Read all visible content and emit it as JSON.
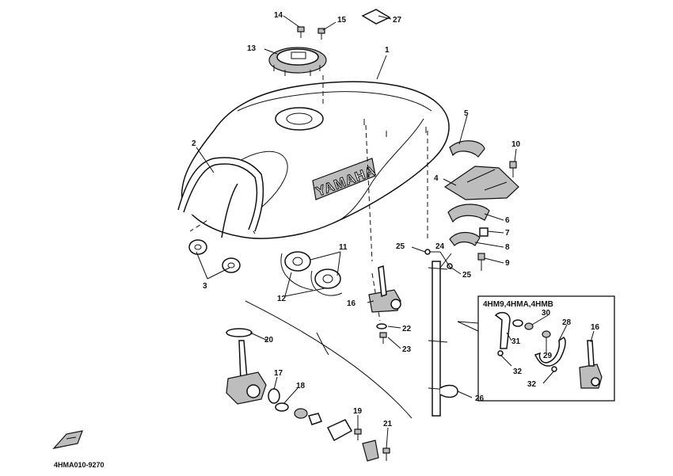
{
  "brand_text": "YAMAHA",
  "inset_title": "4HM9,4HMA,4HMB",
  "drawing_code": "4HMA010-9270",
  "callouts": {
    "c1": "1",
    "c2": "2",
    "c3": "3",
    "c4": "4",
    "c5": "5",
    "c6": "6",
    "c7": "7",
    "c8": "8",
    "c9": "9",
    "c10": "10",
    "c11": "11",
    "c12": "12",
    "c13": "13",
    "c14": "14",
    "c15": "15",
    "c16a": "16",
    "c16b": "16",
    "c17": "17",
    "c18": "18",
    "c19": "19",
    "c20": "20",
    "c21": "21",
    "c22": "22",
    "c23": "23",
    "c24": "24",
    "c25a": "25",
    "c25b": "25",
    "c26": "26",
    "c27": "27",
    "c28": "28",
    "c29": "29",
    "c30": "30",
    "c31": "31",
    "c32a": "32",
    "c32b": "32"
  },
  "icons": {
    "front_arrow": "front-direction-arrow-icon"
  }
}
